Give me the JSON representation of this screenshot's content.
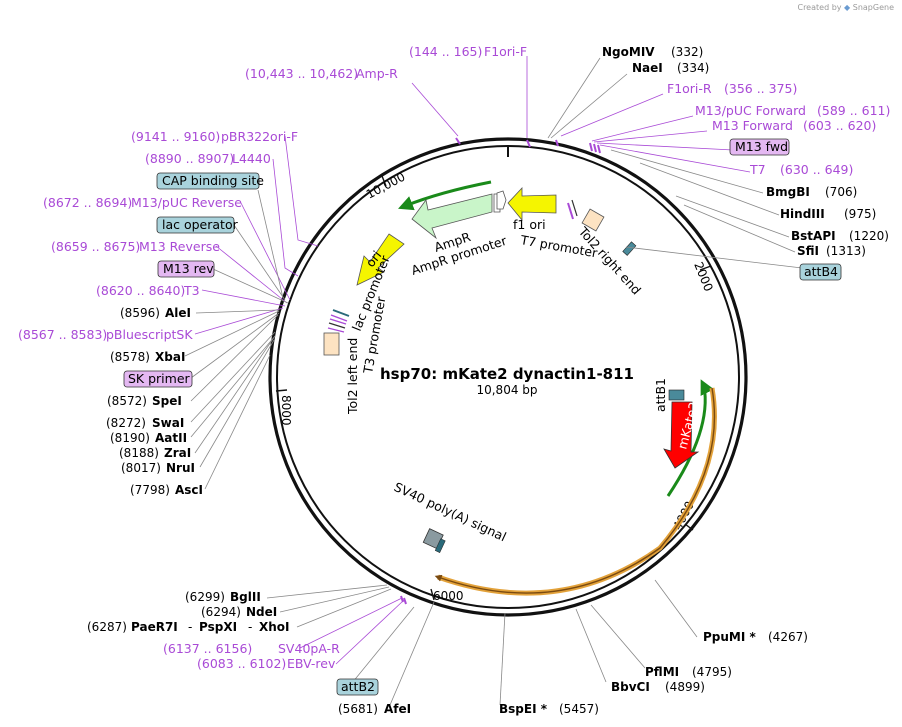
{
  "credit": {
    "prefix": "Created by",
    "brand": "SnapGene"
  },
  "plasmid": {
    "name": "hsp70: mKate2 dynactin1-811",
    "size": "10,804 bp"
  },
  "ticks": [
    "10,000",
    "2000",
    "4000",
    "6000",
    "8000"
  ],
  "features": {
    "ampr1": "AmpR",
    "ampr_promoter": "AmpR promoter",
    "f1ori": "f1 ori",
    "t7_promoter": "T7 promoter",
    "tol2_right": "Tol2 right end",
    "ori": "ori",
    "lac_promoter": "lac promoter",
    "t3_promoter": "T3 promoter",
    "tol2_left": "Tol2 left end",
    "attb1": "attB1",
    "mkate2": "mKate2",
    "sv40": "SV40 poly(A) signal"
  },
  "enzymes": [
    {
      "name": "NgoMIV",
      "pos": "(332)"
    },
    {
      "name": "NaeI",
      "pos": "(334)"
    },
    {
      "name": "BmgBI",
      "pos": "(706)"
    },
    {
      "name": "HindIII",
      "pos": "(975)"
    },
    {
      "name": "BstAPI",
      "pos": "(1220)"
    },
    {
      "name": "SfiI",
      "pos": "(1313)"
    },
    {
      "name": "PpuMI *",
      "pos": "(4267)"
    },
    {
      "name": "PflMI",
      "pos": "(4795)"
    },
    {
      "name": "BbvCI",
      "pos": "(4899)"
    },
    {
      "name": "BspEI *",
      "pos": "(5457)"
    },
    {
      "name": "AfeI",
      "pos": "(5681)"
    },
    {
      "name": "BglII",
      "pos": "(6299)"
    },
    {
      "name": "NdeI",
      "pos": "(6294)"
    },
    {
      "name": "PaeR7I",
      "pos": "(6287)"
    },
    {
      "name": "PspXI",
      "pos": ""
    },
    {
      "name": "XhoI",
      "pos": ""
    },
    {
      "name": "AscI",
      "pos": "(7798)"
    },
    {
      "name": "NruI",
      "pos": "(8017)"
    },
    {
      "name": "ZraI",
      "pos": "(8188)"
    },
    {
      "name": "AatII",
      "pos": "(8190)"
    },
    {
      "name": "SwaI",
      "pos": "(8272)"
    },
    {
      "name": "SpeI",
      "pos": "(8572)"
    },
    {
      "name": "XbaI",
      "pos": "(8578)"
    },
    {
      "name": "AleI",
      "pos": "(8596)"
    }
  ],
  "primers": [
    {
      "pos": "(144 .. 165)",
      "name": "F1ori-F"
    },
    {
      "pos": "(10,443 .. 10,462)",
      "name": "Amp-R"
    },
    {
      "pos": "(356 .. 375)",
      "name": "F1ori-R"
    },
    {
      "pos": "(589 .. 611)",
      "name": "M13/pUC Forward"
    },
    {
      "pos": "(603 .. 620)",
      "name": "M13 Forward"
    },
    {
      "pos": "(630 .. 649)",
      "name": "T7"
    },
    {
      "pos": "(9141 .. 9160)",
      "name": "pBR322ori-F"
    },
    {
      "pos": "(8890 .. 8907)",
      "name": "L4440"
    },
    {
      "pos": "(8672 .. 8694)",
      "name": "M13/pUC Reverse"
    },
    {
      "pos": "(8659 .. 8675)",
      "name": "M13 Reverse"
    },
    {
      "pos": "(8620 .. 8640)",
      "name": "T3"
    },
    {
      "pos": "(8567 .. 8583)",
      "name": "pBluescriptSK"
    },
    {
      "pos": "(6137 .. 6156)",
      "name": "SV40pA-R"
    },
    {
      "pos": "(6083 .. 6102)",
      "name": "EBV-rev"
    }
  ],
  "boxes": {
    "cap": "CAP binding site",
    "lac_operator": "lac operator",
    "m13rev": "M13 rev",
    "sk_primer": "SK primer",
    "m13fwd": "M13 fwd",
    "attb4": "attB4",
    "attb2": "attB2"
  },
  "separator": "-",
  "colors": {
    "primer": "#a94ad6",
    "ampr": "#c9f5c9",
    "f1ori": "#f5f500",
    "ori": "#f5f500",
    "mkate2": "#ff0000",
    "cds_outline": "#e3a23a",
    "leader": "#888888"
  }
}
